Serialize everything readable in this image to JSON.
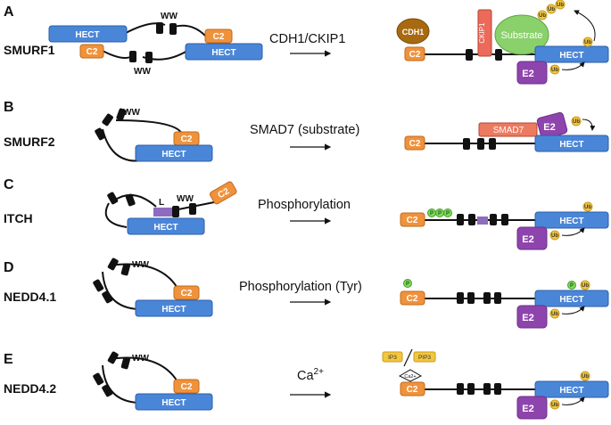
{
  "panels": [
    {
      "letter": "A",
      "protein": "SMURF1",
      "stimulus": "CDH1/CKIP1"
    },
    {
      "letter": "B",
      "protein": "SMURF2",
      "stimulus": "SMAD7 (substrate)"
    },
    {
      "letter": "C",
      "protein": "ITCH",
      "stimulus": "Phosphorylation"
    },
    {
      "letter": "D",
      "protein": "NEDD4.1",
      "stimulus": "Phosphorylation (Tyr)"
    },
    {
      "letter": "E",
      "protein": "NEDD4.2",
      "stimulus_base": "Ca",
      "stimulus_sup": "2+"
    }
  ],
  "domains": {
    "hect": "HECT",
    "c2": "C2",
    "ww": "WW",
    "l": "L",
    "e2": "E2",
    "ub": "Ub",
    "p": "P"
  },
  "binders": {
    "cdh1": "CDH1",
    "ckip1": "CKIP1",
    "substrate": "Substrate",
    "smad7": "SMAD7",
    "ip3": "IP3",
    "pip3": "PIP3",
    "ca": "Ca2+"
  },
  "colors": {
    "hect": "#4a86d8",
    "c2": "#f0923c",
    "ww": "#111111",
    "e2": "#8e44ad",
    "ub": "#f3c63e",
    "p": "#7ed957",
    "cdh1": "#a86a10",
    "ckip1": "#ec6a5a",
    "substrate": "#8ad06b",
    "smad7": "#ec7a60",
    "linker": "#8e6bbf"
  }
}
